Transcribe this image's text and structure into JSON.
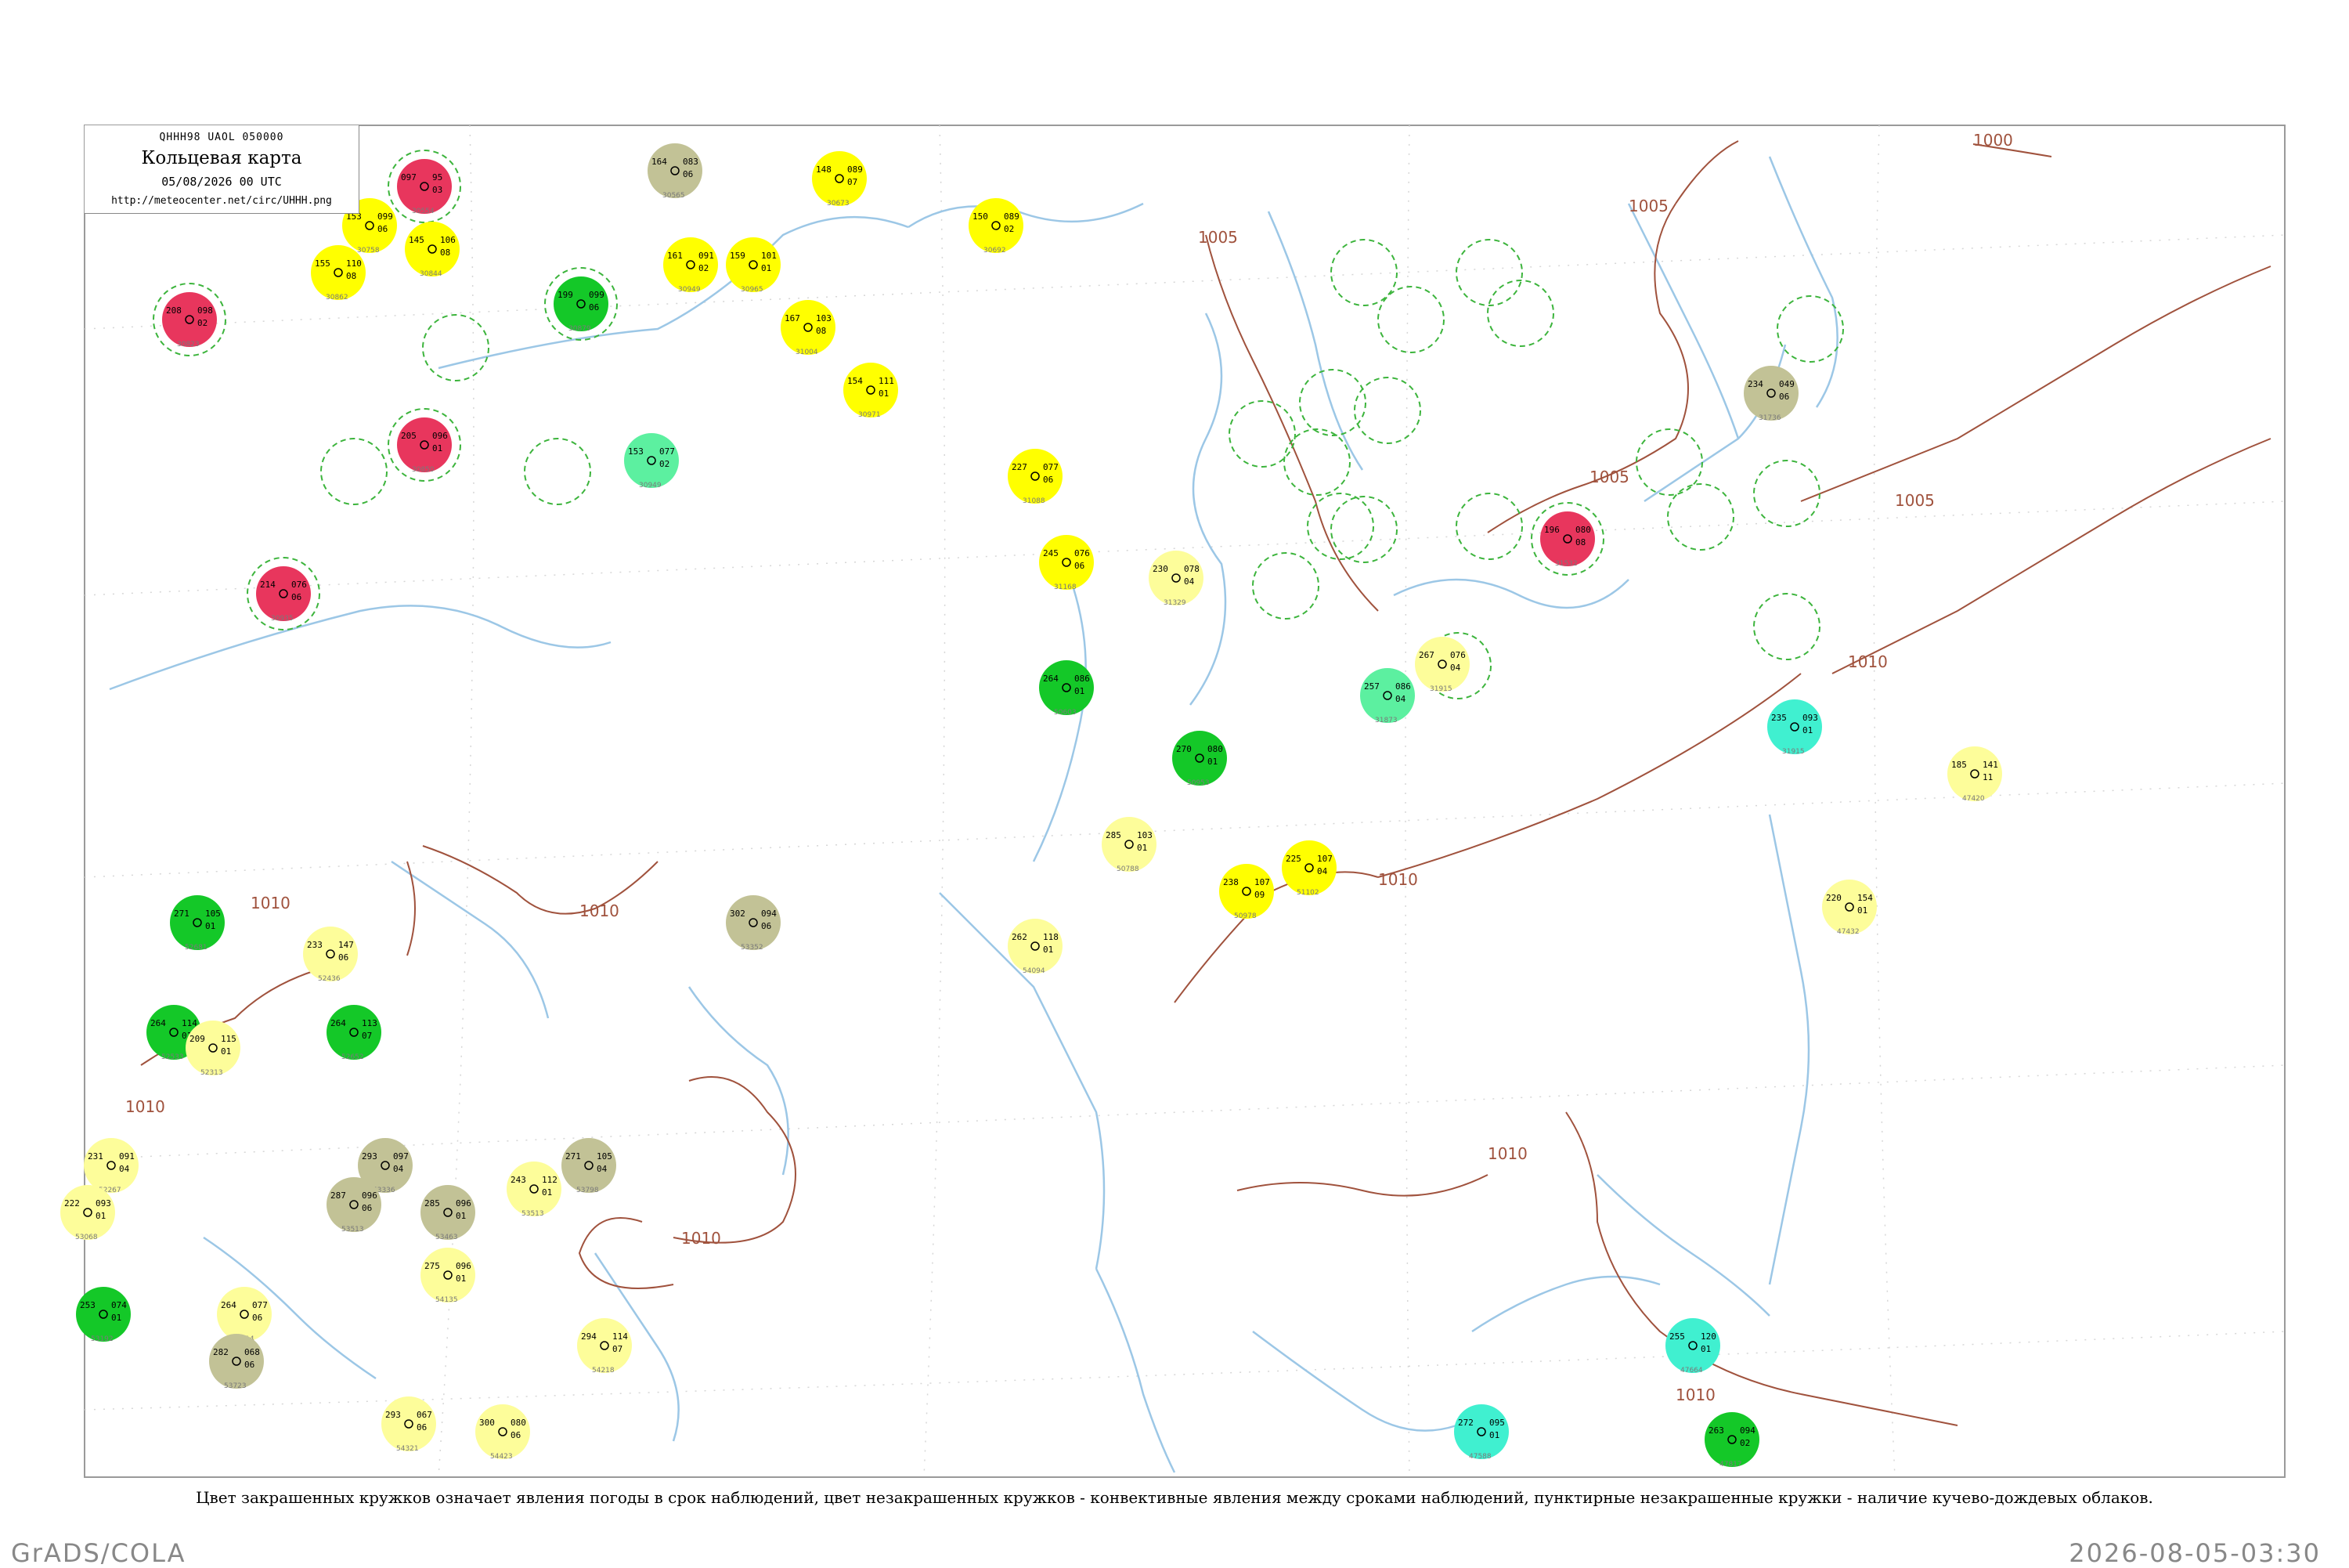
{
  "header": {
    "code": "QHHH98  UAOL  050000",
    "title": "Кольцевая карта",
    "date": "05/08/2026 00 UTC",
    "url": "http://meteocenter.net/circ/UHHH.png"
  },
  "caption": "Цвет закрашенных кружков означает явления погоды в срок наблюдений, цвет незакрашенных кружков - конвективные явления между сроками наблюдений, пунктирные незакрашенные кружки - наличие кучево-дождевых облаков.",
  "footer": {
    "left": "GrADS/COLA",
    "right": "2026-08-05-03:30"
  },
  "colors": {
    "isobar": "#a0523d",
    "river": "#9cc7e6",
    "frame": "#9a9a9a",
    "red": "#e8365d",
    "yellow": "#ffff00",
    "pale_yellow": "#fdfd9a",
    "olive": "#c2c296",
    "green": "#14c828",
    "mint": "#5cf0a0",
    "cyan": "#40f0d0",
    "dashed_ring": "#3cb43c"
  },
  "isobars": [
    {
      "label": "1000"
    },
    {
      "label": "1005"
    },
    {
      "label": "1005"
    },
    {
      "label": "1005"
    },
    {
      "label": "1005"
    },
    {
      "label": "1010"
    },
    {
      "label": "1010"
    },
    {
      "label": "1010"
    },
    {
      "label": "1010"
    },
    {
      "label": "1010"
    },
    {
      "label": "1010"
    },
    {
      "label": "1010"
    },
    {
      "label": "1010"
    }
  ],
  "stations": [
    {
      "code": "30554",
      "color": "red",
      "ring": true,
      "values": [
        "097",
        "95",
        "03"
      ]
    },
    {
      "code": "30565",
      "color": "olive",
      "values": [
        "164",
        "083",
        "06"
      ]
    },
    {
      "code": "30673",
      "color": "yellow",
      "values": [
        "148",
        "089",
        "07"
      ]
    },
    {
      "code": "30692",
      "color": "yellow",
      "values": [
        "150",
        "089",
        "02"
      ]
    },
    {
      "code": "30758",
      "color": "yellow",
      "values": [
        "153",
        "099",
        "06"
      ]
    },
    {
      "code": "30844",
      "color": "yellow",
      "values": [
        "145",
        "106",
        "08"
      ]
    },
    {
      "code": "30862",
      "color": "yellow",
      "values": [
        "155",
        "110",
        "08"
      ]
    },
    {
      "code": "30879",
      "color": "green",
      "ring": true,
      "values": [
        "199",
        "099",
        "06"
      ]
    },
    {
      "code": "30949",
      "color": "yellow",
      "values": [
        "161",
        "091",
        "02"
      ]
    },
    {
      "code": "30965",
      "color": "yellow",
      "values": [
        "159",
        "101",
        "01"
      ]
    },
    {
      "code": "31004",
      "color": "yellow",
      "values": [
        "167",
        "103",
        "08"
      ]
    },
    {
      "code": "30850",
      "color": "red",
      "ring": true,
      "values": [
        "205",
        "096",
        "01"
      ]
    },
    {
      "code": "30971",
      "color": "yellow",
      "values": [
        "154",
        "111",
        "01"
      ]
    },
    {
      "code": "30823",
      "color": "red",
      "ring": true,
      "values": [
        "208",
        "098",
        "02"
      ]
    },
    {
      "code": "30949",
      "color": "mint",
      "values": [
        "153",
        "077",
        "02"
      ]
    },
    {
      "code": "30935",
      "color": "red",
      "ring": true,
      "values": [
        "214",
        "076",
        "06"
      ]
    },
    {
      "code": "31088",
      "color": "yellow",
      "values": [
        "227",
        "077",
        "06"
      ]
    },
    {
      "code": "31168",
      "color": "yellow",
      "values": [
        "245",
        "076",
        "06"
      ]
    },
    {
      "code": "31329",
      "color": "pale_yellow",
      "values": [
        "230",
        "078",
        "04"
      ]
    },
    {
      "code": "31532",
      "color": "red",
      "ring": true,
      "values": [
        "196",
        "080",
        "08"
      ]
    },
    {
      "code": "31736",
      "color": "olive",
      "values": [
        "234",
        "049",
        "06"
      ]
    },
    {
      "code": "31873",
      "color": "mint",
      "values": [
        "257",
        "086",
        "04"
      ]
    },
    {
      "code": "31915",
      "color": "pale_yellow",
      "values": [
        "267",
        "076",
        "04"
      ]
    },
    {
      "code": "50603",
      "color": "green",
      "values": [
        "264",
        "086",
        "01"
      ]
    },
    {
      "code": "50953",
      "color": "green",
      "values": [
        "270",
        "080",
        "01"
      ]
    },
    {
      "code": "50978",
      "color": "yellow",
      "values": [
        "238",
        "107",
        "09"
      ]
    },
    {
      "code": "51102",
      "color": "yellow",
      "values": [
        "225",
        "107",
        "04"
      ]
    },
    {
      "code": "50788",
      "color": "pale_yellow",
      "values": [
        "285",
        "103",
        "01"
      ]
    },
    {
      "code": "54094",
      "color": "pale_yellow",
      "values": [
        "262",
        "118",
        "01"
      ]
    },
    {
      "code": "53352",
      "color": "olive",
      "values": [
        "302",
        "094",
        "06"
      ]
    },
    {
      "code": "52681",
      "color": "green",
      "values": [
        "271",
        "105",
        "01"
      ]
    },
    {
      "code": "52533",
      "color": "green",
      "values": [
        "264",
        "114",
        "01"
      ]
    },
    {
      "code": "52436",
      "color": "pale_yellow",
      "values": [
        "233",
        "147",
        "06"
      ]
    },
    {
      "code": "52652",
      "color": "green",
      "values": [
        "264",
        "113",
        "07"
      ]
    },
    {
      "code": "52313",
      "color": "pale_yellow",
      "values": [
        "209",
        "115",
        "01"
      ]
    },
    {
      "code": "52267",
      "color": "pale_yellow",
      "values": [
        "231",
        "091",
        "04"
      ]
    },
    {
      "code": "53068",
      "color": "pale_yellow",
      "values": [
        "222",
        "093",
        "01"
      ]
    },
    {
      "code": "53192",
      "color": "green",
      "values": [
        "253",
        "074",
        "01"
      ]
    },
    {
      "code": "53336",
      "color": "olive",
      "values": [
        "293",
        "097",
        "04"
      ]
    },
    {
      "code": "53513",
      "color": "olive",
      "values": [
        "287",
        "096",
        "06"
      ]
    },
    {
      "code": "53463",
      "color": "olive",
      "values": [
        "285",
        "096",
        "01"
      ]
    },
    {
      "code": "53513",
      "color": "pale_yellow",
      "values": [
        "243",
        "112",
        "01"
      ]
    },
    {
      "code": "53798",
      "color": "olive",
      "values": [
        "271",
        "105",
        "04"
      ]
    },
    {
      "code": "54135",
      "color": "pale_yellow",
      "values": [
        "275",
        "096",
        "01"
      ]
    },
    {
      "code": "53614",
      "color": "pale_yellow",
      "values": [
        "264",
        "077",
        "06"
      ]
    },
    {
      "code": "53723",
      "color": "olive",
      "values": [
        "282",
        "068",
        "06"
      ]
    },
    {
      "code": "54218",
      "color": "pale_yellow",
      "values": [
        "294",
        "114",
        "07"
      ]
    },
    {
      "code": "54321",
      "color": "pale_yellow",
      "values": [
        "293",
        "067",
        "06"
      ]
    },
    {
      "code": "54423",
      "color": "pale_yellow",
      "values": [
        "300",
        "080",
        "06"
      ]
    },
    {
      "code": "47588",
      "color": "cyan",
      "values": [
        "272",
        "095",
        "01"
      ]
    },
    {
      "code": "47664",
      "color": "cyan",
      "values": [
        "255",
        "120",
        "01"
      ]
    },
    {
      "code": "47817",
      "color": "green",
      "values": [
        "263",
        "094",
        "02"
      ]
    },
    {
      "code": "47420",
      "color": "pale_yellow",
      "values": [
        "185",
        "141",
        "11"
      ]
    },
    {
      "code": "47432",
      "color": "pale_yellow",
      "values": [
        "220",
        "154",
        "01"
      ]
    },
    {
      "code": "31915",
      "color": "cyan",
      "values": [
        "235",
        "093",
        "01"
      ]
    }
  ]
}
